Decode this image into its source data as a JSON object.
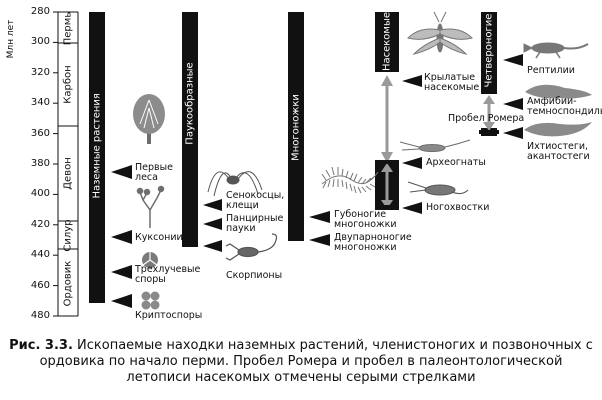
{
  "axis": {
    "ylabel": "Млн лет",
    "ticks": [
      "280",
      "300",
      "320",
      "340",
      "360",
      "380",
      "400",
      "420",
      "440",
      "460",
      "480"
    ]
  },
  "periods": [
    "Пермь",
    "Карбон",
    "Девон",
    "Силур",
    "Ордовик"
  ],
  "columns": {
    "plants": "Наземные растения",
    "arachnids": "Паукообразные",
    "myriapods": "Многоножки",
    "insects": "Насекомые",
    "tetrapods": "Четвероногие"
  },
  "finds": {
    "first_forests": "Первые\nлеса",
    "cooksonia": "Куксонии",
    "trilete_spores": "Трехлучевые\nспоры",
    "cryptospores": "Криптоспоры",
    "harvestmen": "Сенокосцы,\nклещи",
    "armored_spiders": "Панцирные\nпауки",
    "scorpions": "Скорпионы",
    "centipedes": "Губоногие\nмногоножки",
    "millipedes": "Двупарноногие\nмногоножки",
    "winged_insects": "Крылатые\nнасекомые",
    "archaeognatha": "Археогнаты",
    "springtails": "Ногохвостки",
    "reptiles": "Рептилии",
    "temnospondyls": "Амфибии-\nтемноспондилы",
    "ichthyostega": "Ихтиостеги,\nакантостеги",
    "romer_gap": "Пробел Ромера"
  },
  "caption": {
    "label": "Рис. 3.3.",
    "text": "Ископаемые находки наземных растений, членистоногих и позвоночных с ордовика по начало перми. Пробел Ромера и пробел в палеонтологической летописи насекомых отмечены серыми стрелками"
  },
  "colors": {
    "bar": "#111111",
    "gap_arrow": "#9a9a9a",
    "organism": "#6e6e6e",
    "organism_light": "#a8a8a8"
  }
}
